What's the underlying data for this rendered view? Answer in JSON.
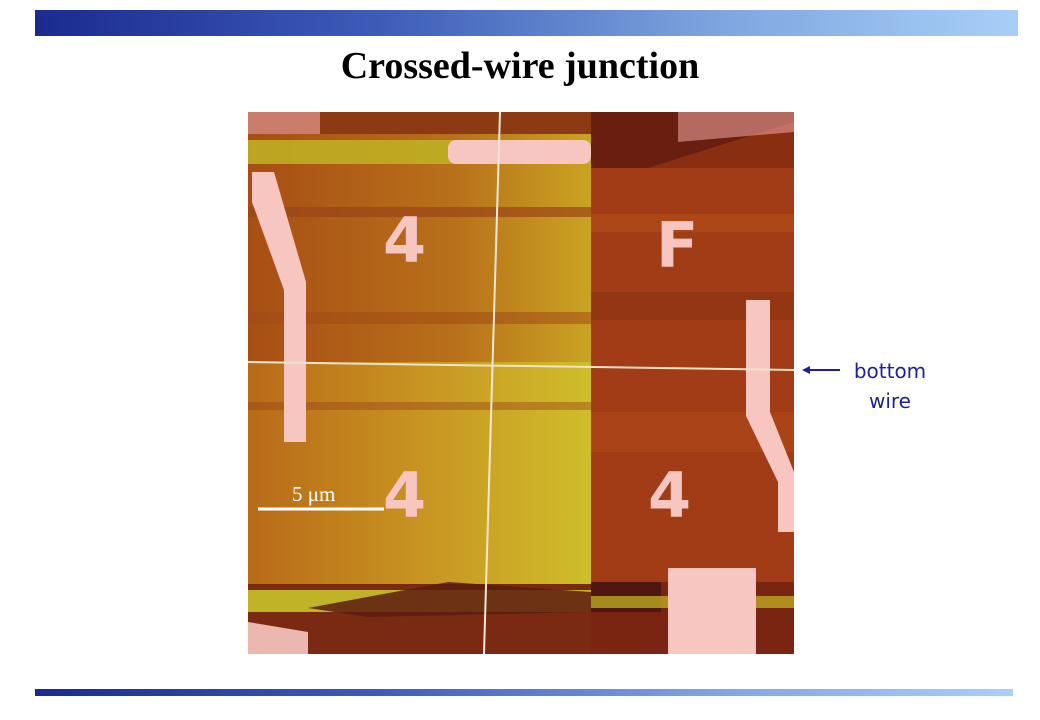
{
  "slide": {
    "title": "Crossed-wire junction"
  },
  "image": {
    "scale_bar_label": "5 μm",
    "digit_marks": [
      "4",
      "F",
      "4",
      "4"
    ]
  },
  "annotation": {
    "line1": "bottom",
    "line2": "wire"
  },
  "colors": {
    "label_blue": "#1f1f9a",
    "bar_dark": "#1b2a8f",
    "bar_light": "#a8cff7"
  }
}
